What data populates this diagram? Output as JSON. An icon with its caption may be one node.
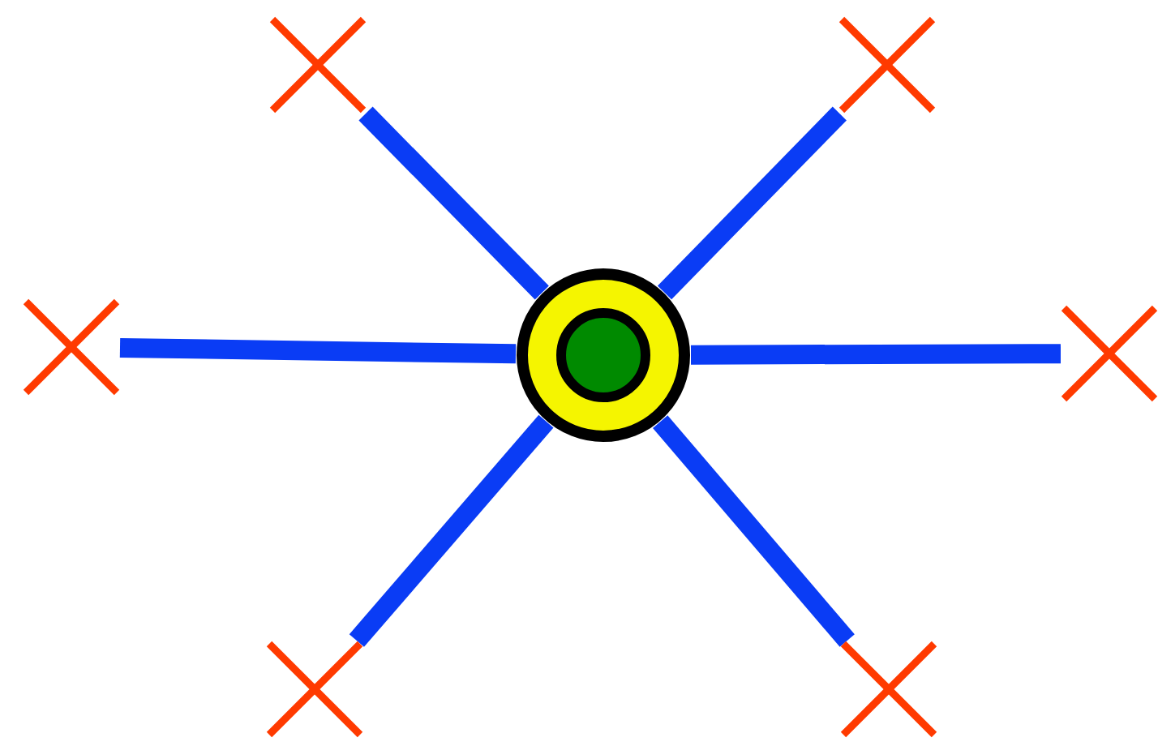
{
  "diagram": {
    "nodes": [
      {
        "text": [],
        "shape": "cross"
      },
      {
        "text": [],
        "shape": "cross"
      },
      {
        "text": [],
        "shape": "cross"
      },
      {
        "text": [],
        "shape": "circle"
      },
      {
        "text": [],
        "shape": "cross"
      },
      {
        "text": [],
        "shape": "cross"
      },
      {
        "text": [],
        "shape": "cross"
      }
    ],
    "edges": [
      {
        "from": 3,
        "to": 0,
        "arrow": "none"
      },
      {
        "from": 3,
        "to": 1,
        "arrow": "none"
      },
      {
        "from": 3,
        "to": 2,
        "arrow": "none"
      },
      {
        "from": 3,
        "to": 4,
        "arrow": "none"
      },
      {
        "from": 3,
        "to": 5,
        "arrow": "none"
      },
      {
        "from": 3,
        "to": 6,
        "arrow": "none"
      }
    ]
  }
}
